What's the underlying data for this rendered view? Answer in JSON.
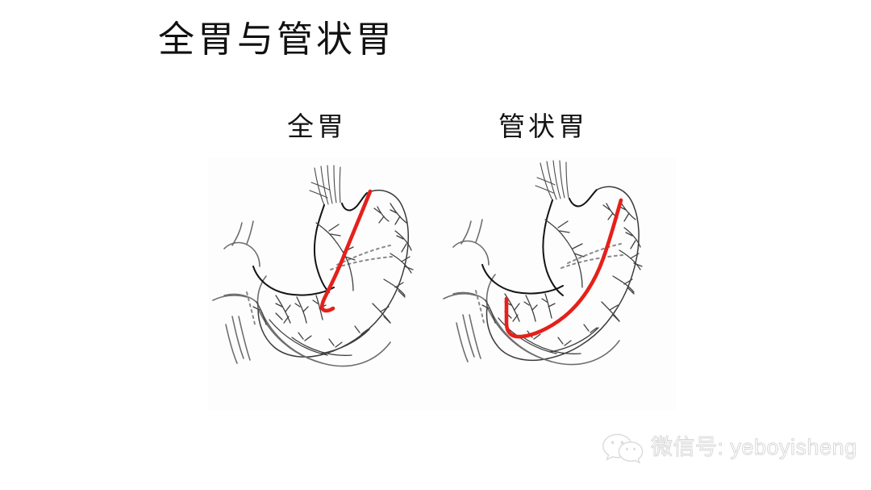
{
  "slide": {
    "title": "全胃与管状胃",
    "background_color": "#ffffff",
    "title_color": "#111111"
  },
  "figure": {
    "cut_line_color": "#e5201a",
    "line_art_color": "#3b3b3b",
    "panels": [
      {
        "id": "total-stomach",
        "caption": "全胃",
        "description": "胃的线描图，红色切除线自胃底沿胃小弯向下延伸",
        "resection_line": "short oblique line from fundus down to lesser curvature with hook"
      },
      {
        "id": "gastric-tube",
        "caption": "管状胃",
        "description": "胃的线描图，红色切除线自胃底沿胃大弯长弧形延伸至胃窦",
        "resection_line": "long J-shaped curve from fundus along greater curvature to antrum"
      }
    ]
  },
  "watermark": {
    "icon": "wechat-icon",
    "text": "微信号: yeboyisheng",
    "color": "#d6d6d6"
  }
}
